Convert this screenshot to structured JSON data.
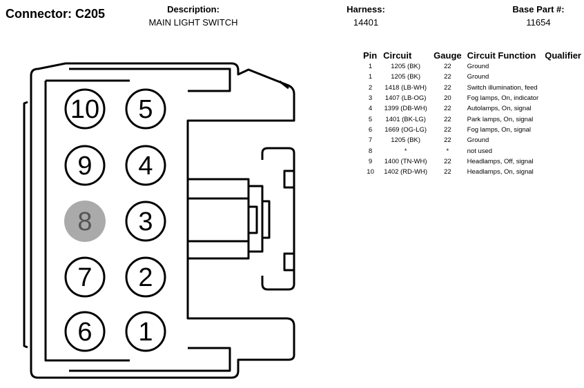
{
  "header": {
    "connector": "Connector: C205",
    "description_label": "Description:",
    "description": "MAIN LIGHT SWITCH",
    "harness_label": "Harness:",
    "harness": "14401",
    "base_part_label": "Base Part #:",
    "base_part": "11654"
  },
  "table": {
    "headers": [
      "Pin",
      "Circuit",
      "Gauge",
      "Circuit Function",
      "Qualifier"
    ],
    "rows": [
      {
        "pin": "1",
        "circuit": "1205 (BK)",
        "gauge": "22",
        "function": "Ground",
        "qualifier": ""
      },
      {
        "pin": "1",
        "circuit": "1205 (BK)",
        "gauge": "22",
        "function": "Ground",
        "qualifier": ""
      },
      {
        "pin": "2",
        "circuit": "1418 (LB-WH)",
        "gauge": "22",
        "function": "Switch illumination, feed",
        "qualifier": ""
      },
      {
        "pin": "3",
        "circuit": "1407 (LB-OG)",
        "gauge": "20",
        "function": "Fog lamps, On, indicator",
        "qualifier": ""
      },
      {
        "pin": "4",
        "circuit": "1399 (DB-WH)",
        "gauge": "22",
        "function": "Autolamps, On, signal",
        "qualifier": ""
      },
      {
        "pin": "5",
        "circuit": "1401 (BK-LG)",
        "gauge": "22",
        "function": "Park lamps, On, signal",
        "qualifier": ""
      },
      {
        "pin": "6",
        "circuit": "1669 (OG-LG)",
        "gauge": "22",
        "function": "Fog lamps, On, signal",
        "qualifier": ""
      },
      {
        "pin": "7",
        "circuit": "1205 (BK)",
        "gauge": "22",
        "function": "Ground",
        "qualifier": ""
      },
      {
        "pin": "8",
        "circuit": "*",
        "gauge": "*",
        "function": "not used",
        "qualifier": ""
      },
      {
        "pin": "9",
        "circuit": "1400 (TN-WH)",
        "gauge": "22",
        "function": "Headlamps, Off, signal",
        "qualifier": ""
      },
      {
        "pin": "10",
        "circuit": "1402 (RD-WH)",
        "gauge": "22",
        "function": "Headlamps, On, signal",
        "qualifier": ""
      }
    ]
  },
  "connector_pins": {
    "left_column": [
      {
        "label": "10",
        "used": true
      },
      {
        "label": "9",
        "used": true
      },
      {
        "label": "8",
        "used": false
      },
      {
        "label": "7",
        "used": true
      },
      {
        "label": "6",
        "used": true
      }
    ],
    "right_column": [
      {
        "label": "5",
        "used": true
      },
      {
        "label": "4",
        "used": true
      },
      {
        "label": "3",
        "used": true
      },
      {
        "label": "2",
        "used": true
      },
      {
        "label": "1",
        "used": true
      }
    ],
    "unused_fill": "#aaaaaa",
    "unused_text": "#555555"
  }
}
